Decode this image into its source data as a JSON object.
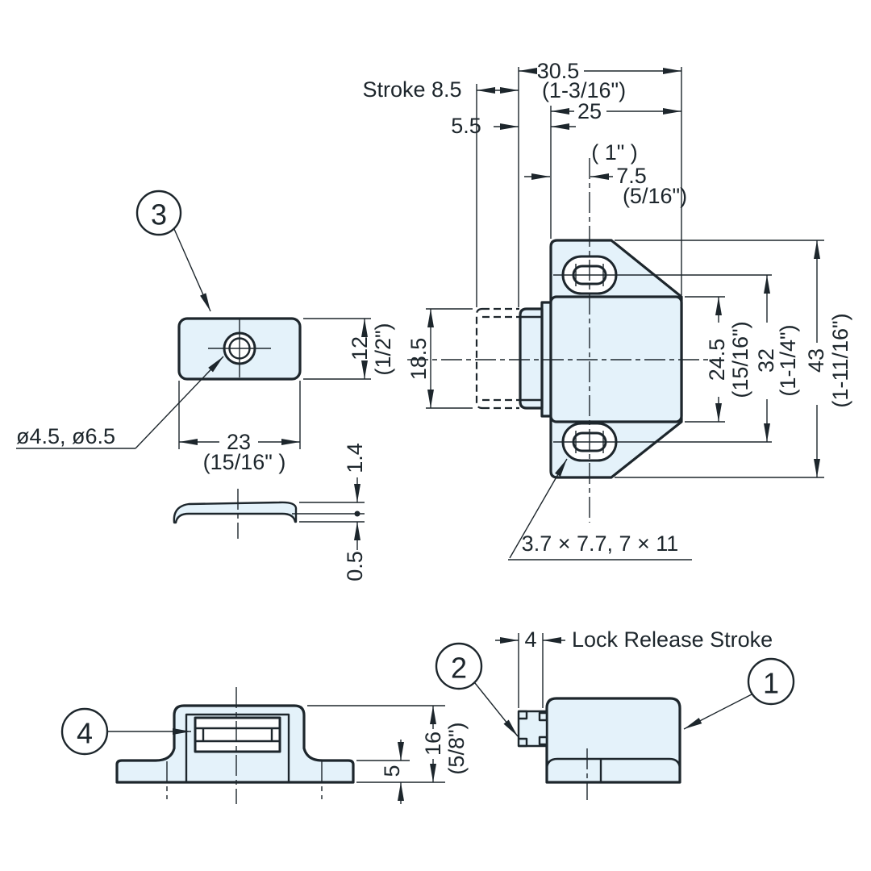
{
  "colors": {
    "part_fill": "#e4f2fa",
    "line": "#1d262c"
  },
  "balloons": {
    "n1": "1",
    "n2": "2",
    "n3": "3",
    "n4": "4"
  },
  "front_view": {
    "stroke_label": "Stroke 8.5",
    "width_mm": "30.5",
    "width_in": "(1-3/16\")",
    "gap_mm": "5.5",
    "case_width_mm": "25",
    "case_width_in": "( 1\" )",
    "slot_offset_mm": "7.5",
    "slot_offset_in": "(5/16\")",
    "head_height_mm": "18.5",
    "case_height_mm": "24.5",
    "case_height_in": "(15/16\")",
    "slot_pitch_mm": "32",
    "slot_pitch_in": "(1-1/4\")",
    "total_height_mm": "43",
    "total_height_in": "(1-11/16\")",
    "slot_note": "3.7 × 7.7, 7 × 11"
  },
  "strike_plate": {
    "height_mm": "12",
    "height_in": "(1/2\")",
    "width_mm": "23",
    "width_in": "(15/16\" )",
    "hole_note": "ø4.5, ø6.5",
    "thickness_mm": "1.4",
    "lip_mm": "0.5"
  },
  "side_view": {
    "release_mm": "4",
    "release_label": "Lock Release Stroke"
  },
  "socket_view": {
    "height_mm": "16",
    "height_in": "(5/8\")",
    "flange_mm": "5"
  }
}
